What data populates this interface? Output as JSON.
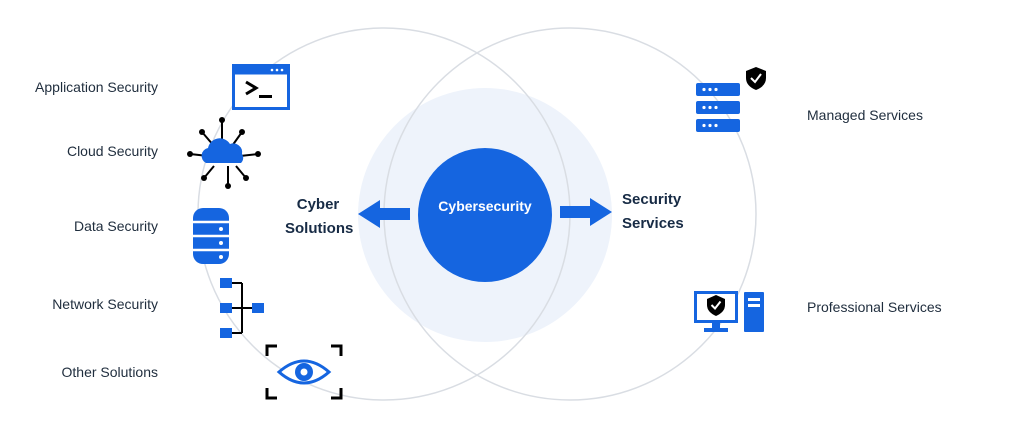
{
  "center": {
    "label": "Cybersecurity"
  },
  "left_group": {
    "title_line1": "Cyber",
    "title_line2": "Solutions",
    "items": [
      {
        "label": "Application Security",
        "icon": "terminal-window-icon"
      },
      {
        "label": "Cloud Security",
        "icon": "cloud-network-icon"
      },
      {
        "label": "Data Security",
        "icon": "database-icon"
      },
      {
        "label": "Network Security",
        "icon": "network-hierarchy-icon"
      },
      {
        "label": "Other Solutions",
        "icon": "eye-scan-icon"
      }
    ]
  },
  "right_group": {
    "title_line1": "Security",
    "title_line2": "Services",
    "items": [
      {
        "label": "Managed Services",
        "icon": "server-shield-icon"
      },
      {
        "label": "Professional Services",
        "icon": "computer-shield-icon"
      }
    ]
  },
  "colors": {
    "primary": "#1565e0",
    "ring": "#d9dde3",
    "halo": "#eef3fb",
    "text": "#1f2d3d",
    "dark": "#000000"
  }
}
